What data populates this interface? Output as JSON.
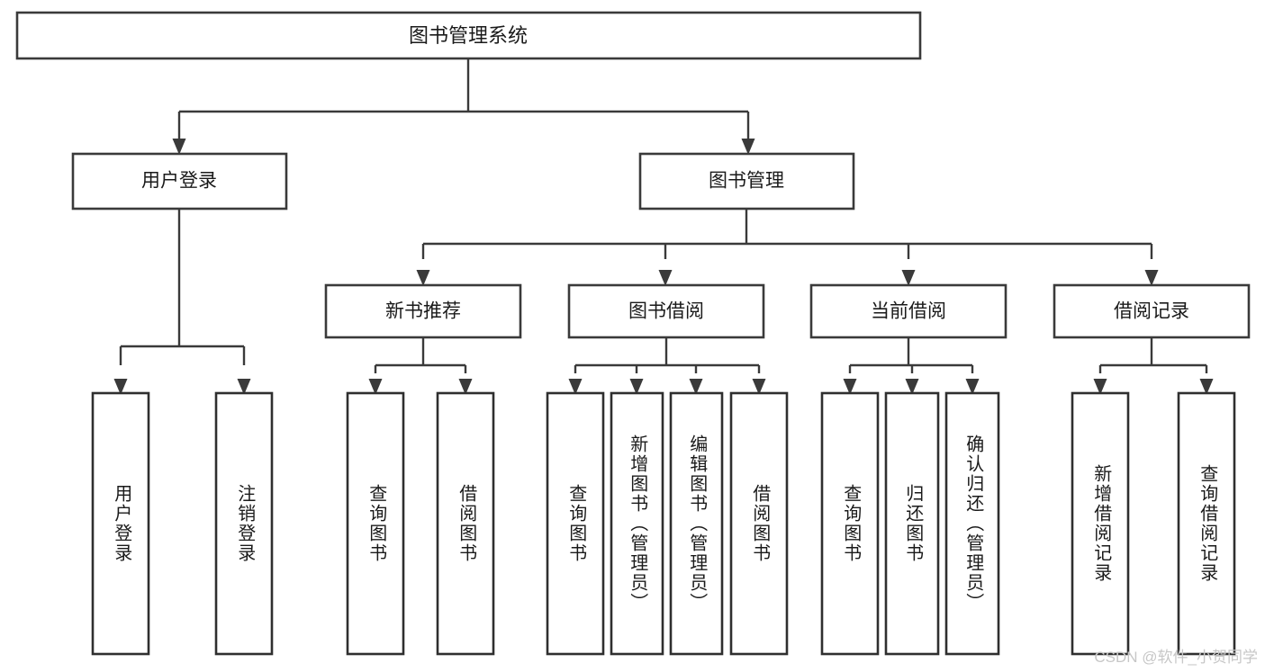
{
  "diagram": {
    "title": "图书管理系统",
    "colors": {
      "background": "#ffffff",
      "box_fill": "#ffffff",
      "box_stroke": "#3a3a3a",
      "text": "#1a1a1a",
      "watermark": "#c7c7c7"
    },
    "root": {
      "label": "图书管理系统"
    },
    "level1": [
      {
        "label": "用户登录"
      },
      {
        "label": "图书管理"
      }
    ],
    "level2": [
      {
        "label": "新书推荐"
      },
      {
        "label": "图书借阅"
      },
      {
        "label": "当前借阅"
      },
      {
        "label": "借阅记录"
      }
    ],
    "leaves": {
      "user_login": [
        {
          "label": "用户登录"
        },
        {
          "label": "注销登录"
        }
      ],
      "new_book_recommend": [
        {
          "label": "查询图书"
        },
        {
          "label": "借阅图书"
        }
      ],
      "book_borrow": [
        {
          "label": "查询图书"
        },
        {
          "label": "新增图书（管理员）"
        },
        {
          "label": "编辑图书（管理员）"
        },
        {
          "label": "借阅图书"
        }
      ],
      "current_borrow": [
        {
          "label": "查询图书"
        },
        {
          "label": "归还图书"
        },
        {
          "label": "确认归还（管理员）"
        }
      ],
      "borrow_record": [
        {
          "label": "新增借阅记录"
        },
        {
          "label": "查询借阅记录"
        }
      ]
    },
    "watermark": "CSDN @软件_小贺同学"
  }
}
